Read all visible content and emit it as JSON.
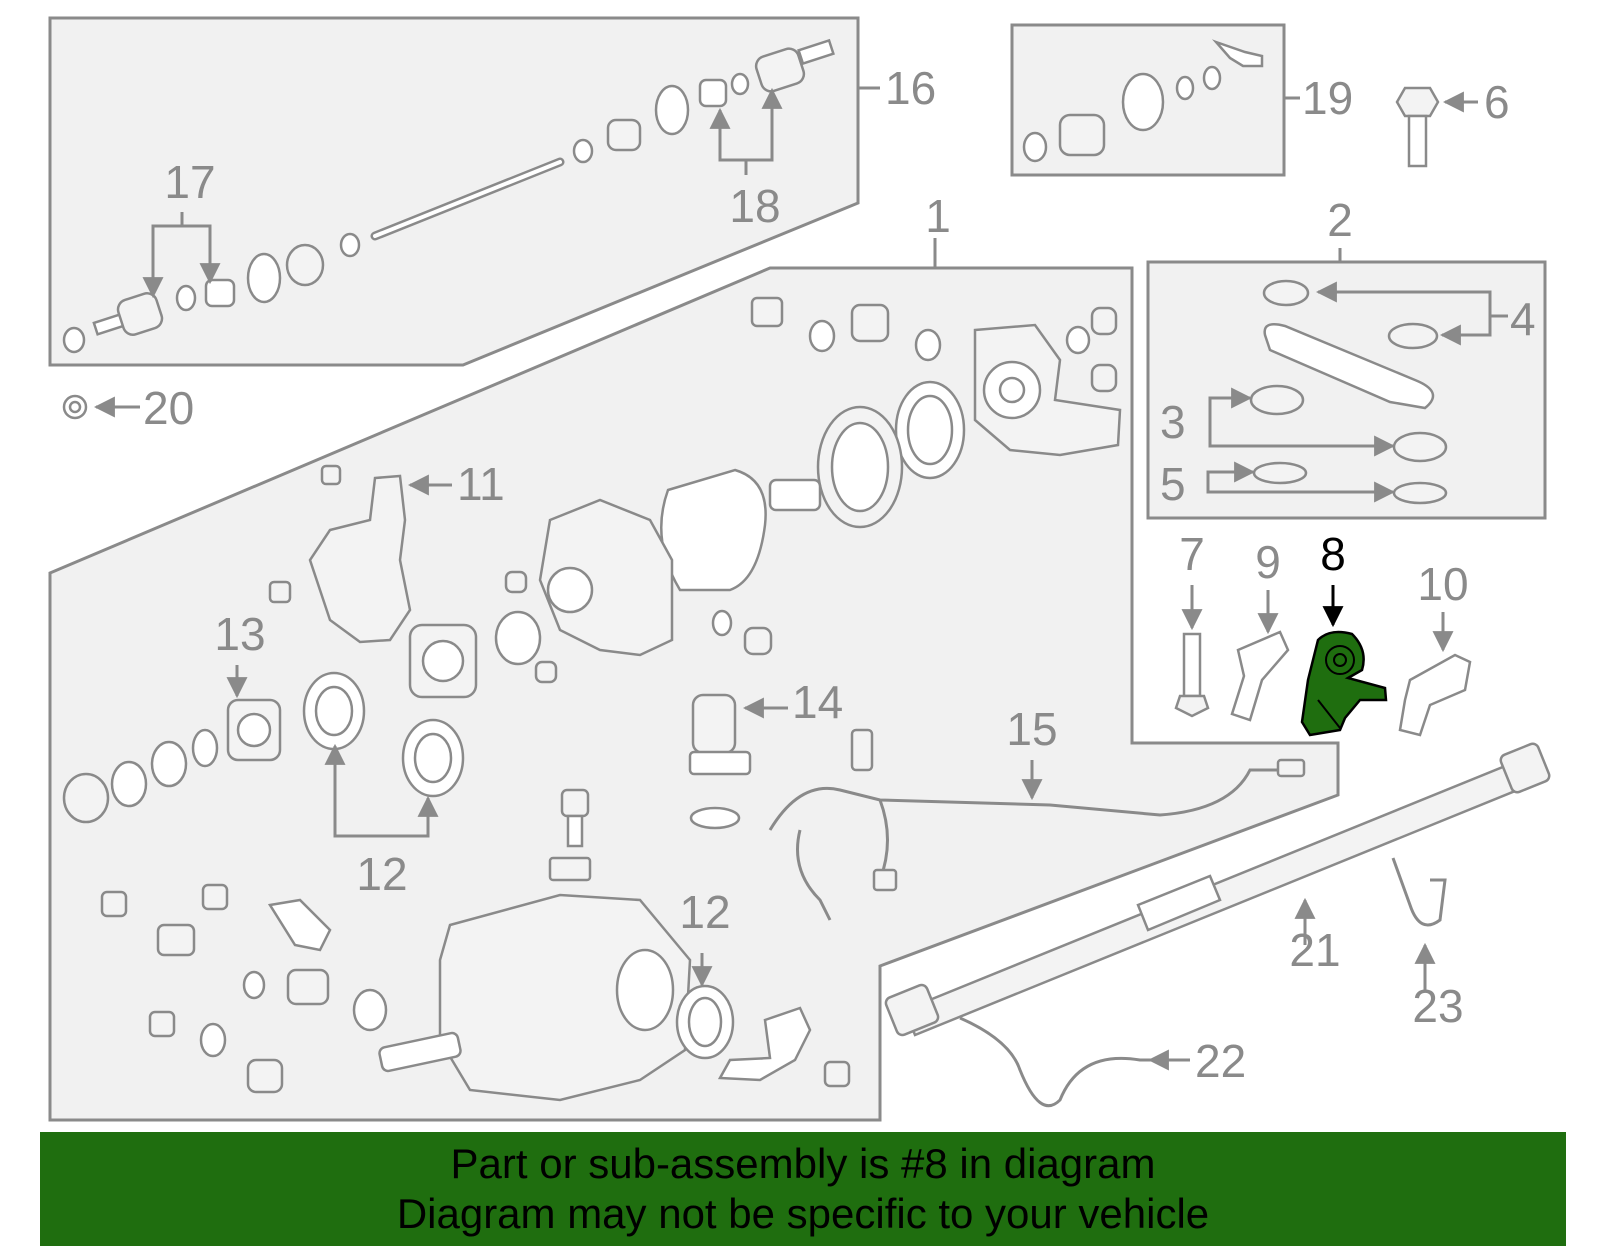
{
  "diagram": {
    "callouts": {
      "c1": "1",
      "c2": "2",
      "c3": "3",
      "c4": "4",
      "c5": "5",
      "c6": "6",
      "c7": "7",
      "c8": "8",
      "c9": "9",
      "c10": "10",
      "c11": "11",
      "c12a": "12",
      "c12b": "12",
      "c13": "13",
      "c14": "14",
      "c15": "15",
      "c16": "16",
      "c17": "17",
      "c18": "18",
      "c19": "19",
      "c20": "20",
      "c21": "21",
      "c22": "22",
      "c23": "23"
    },
    "highlight_part": "8",
    "colors": {
      "line": "#8a8a8a",
      "highlight": "#1f6e0f",
      "panel": "#f1f1f1",
      "banner": "#1f6e0f"
    }
  },
  "banner": {
    "line1": "Part or sub-assembly is #8 in diagram",
    "line2": "Diagram may not be specific to your vehicle"
  }
}
